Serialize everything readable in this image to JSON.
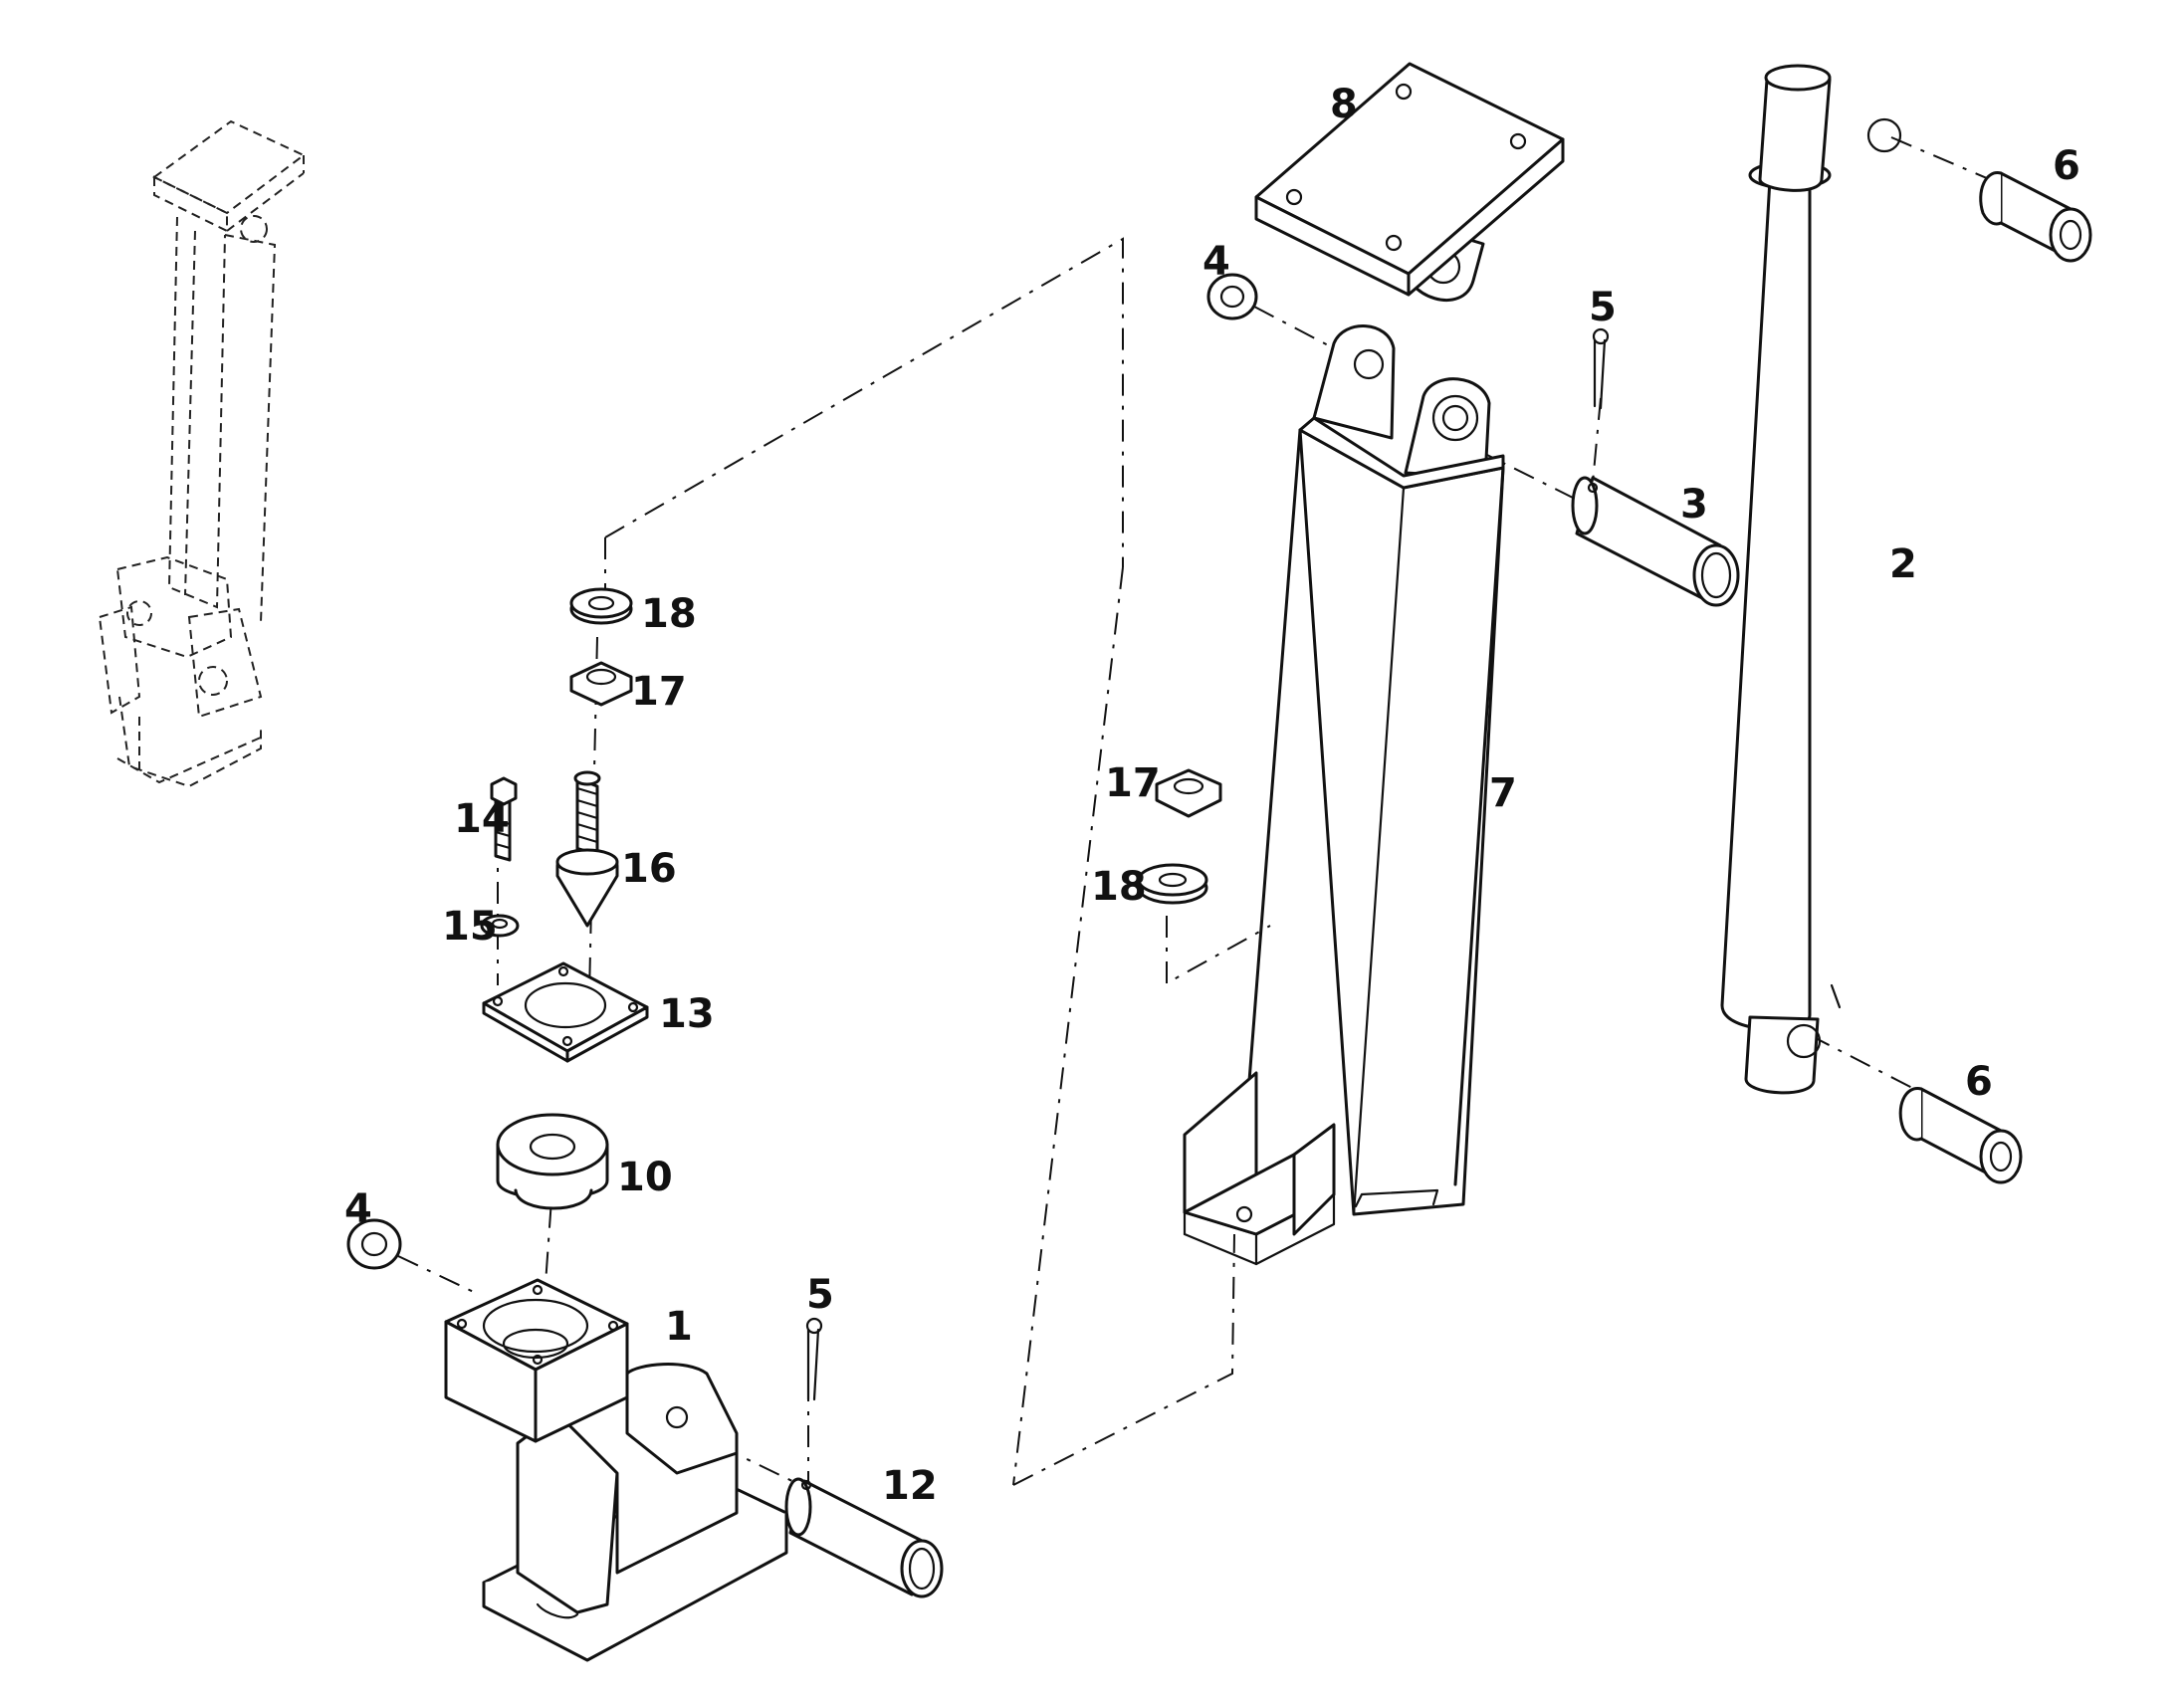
{
  "diagram": {
    "callouts": {
      "c1": "1",
      "c2": "2",
      "c3": "3",
      "c4a": "4",
      "c4b": "4",
      "c5a": "5",
      "c5b": "5",
      "c6a": "6",
      "c6b": "6",
      "c7": "7",
      "c8": "8",
      "c10": "10",
      "c12": "12",
      "c13": "13",
      "c14": "14",
      "c15": "15",
      "c16": "16",
      "c17a": "17",
      "c17b": "17",
      "c18a": "18",
      "c18b": "18"
    }
  }
}
